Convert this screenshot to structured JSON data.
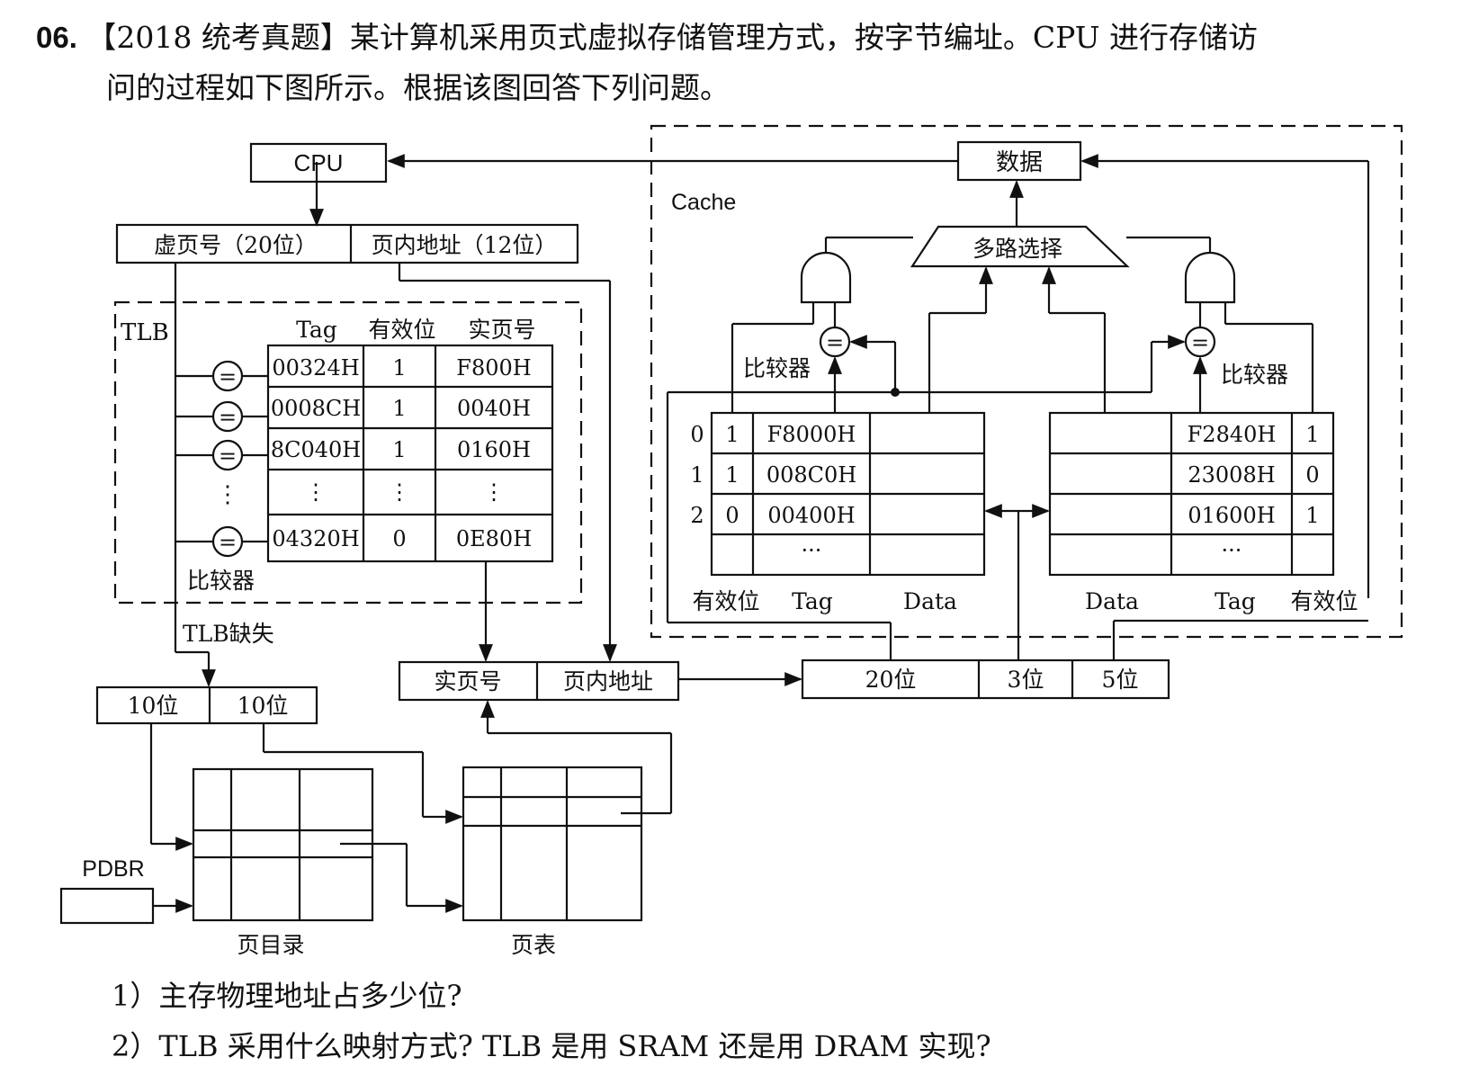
{
  "question": {
    "number": "06.",
    "title_line1": "【2018 统考真题】某计算机采用页式虚拟存储管理方式，按字节编址。CPU 进行存储访",
    "title_line2": "问的过程如下图所示。根据该图回答下列问题。",
    "q1": "1）主存物理地址占多少位?",
    "q2": "2）TLB 采用什么映射方式? TLB 是用 SRAM 还是用 DRAM 实现?"
  },
  "diagram": {
    "cpu": "CPU",
    "data_box": "数据",
    "cache_label": "Cache",
    "mux_label": "多路选择",
    "virtual_page": "虚页号（20位）",
    "page_offset_12": "页内地址（12位）",
    "tlb_label": "TLB",
    "tlb_headers": [
      "Tag",
      "有效位",
      "实页号"
    ],
    "tlb_rows": [
      {
        "tag": "00324H",
        "valid": "1",
        "frame": "F800H"
      },
      {
        "tag": "0008CH",
        "valid": "1",
        "frame": "0040H"
      },
      {
        "tag": "8C040H",
        "valid": "1",
        "frame": "0160H"
      },
      {
        "tag": "⋮",
        "valid": "⋮",
        "frame": "⋮"
      },
      {
        "tag": "04320H",
        "valid": "0",
        "frame": "0E80H"
      }
    ],
    "eq_symbol": "=",
    "vdots": "⋮",
    "comparator": "比较器",
    "tlb_miss": "TLB缺失",
    "bits10_a": "10位",
    "bits10_b": "10位",
    "pdbr": "PDBR",
    "page_directory": "页目录",
    "page_table": "页表",
    "physical_page": "实页号",
    "page_offset": "页内地址",
    "addr_20": "20位",
    "addr_3": "3位",
    "addr_5": "5位",
    "cache_left": {
      "row_indices": [
        "0",
        "1",
        "2"
      ],
      "rows": [
        {
          "valid": "1",
          "tag": "F8000H"
        },
        {
          "valid": "1",
          "tag": "008C0H"
        },
        {
          "valid": "0",
          "tag": "00400H"
        },
        {
          "valid": "",
          "tag": "···"
        }
      ],
      "labels": [
        "有效位",
        "Tag",
        "Data"
      ]
    },
    "cache_right": {
      "rows": [
        {
          "tag": "F2840H",
          "valid": "1"
        },
        {
          "tag": "23008H",
          "valid": "0"
        },
        {
          "tag": "01600H",
          "valid": "1"
        },
        {
          "tag": "···",
          "valid": ""
        }
      ],
      "labels": [
        "Data",
        "Tag",
        "有效位"
      ]
    }
  }
}
